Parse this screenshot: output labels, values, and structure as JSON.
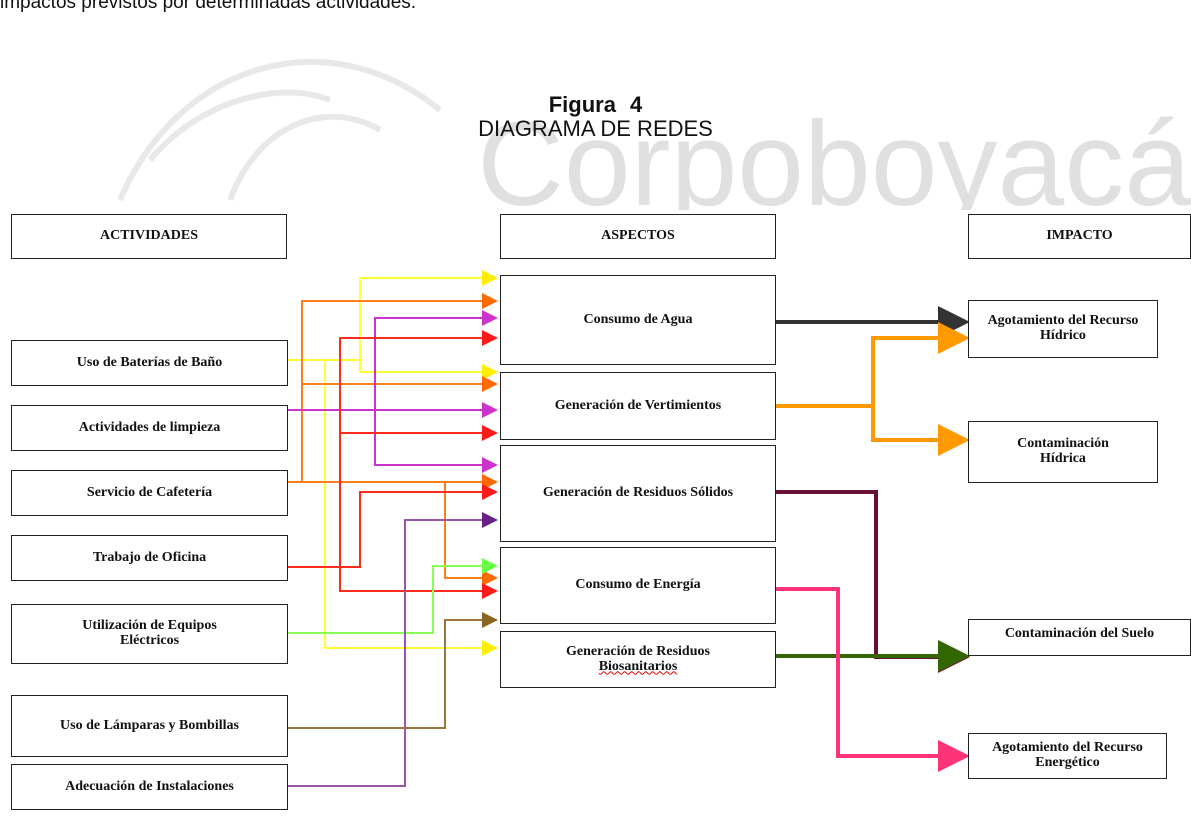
{
  "intro_text": "impactos previstos por determinadas actividades.",
  "watermark_text": "Corpoboyacá",
  "figure": {
    "number": "Figura   4",
    "title": "DIAGRAMA DE REDES"
  },
  "headers": {
    "activities": "ACTIVIDADES",
    "aspects": "ASPECTOS",
    "impact": "IMPACTO"
  },
  "activities": [
    "Uso de Baterías de Baño",
    "Actividades de limpieza",
    "Servicio de Cafetería",
    "Trabajo de Oficina",
    "Utilización de Equipos Eléctricos",
    "Uso de Lámparas y Bombillas",
    "Adecuación de Instalaciones"
  ],
  "aspects": [
    "Consumo de Agua",
    "Generación de Vertimientos",
    "Generación de Residuos Sólidos",
    "Consumo de Energía",
    {
      "line1": "Generación de Residuos",
      "line2": "Biosanitarios"
    }
  ],
  "impacts": [
    "Agotamiento del Recurso Hídrico",
    "Contaminación Hídrica",
    "Contaminación del Suelo",
    "Agotamiento del Recurso Energético"
  ],
  "connection_colors": {
    "uso_baterias": "#ffff33",
    "servicio_cafeteria": "#ff7f1a",
    "actividades_limpieza": "#cc33cc",
    "trabajo_oficina": "#ff2a1a",
    "equipos_electricos": "#88ff55",
    "lamparas": "#99773a",
    "adecuacion": "#9955aa",
    "agua_to_agotamiento": "#333333",
    "vertimientos_to_impacts": "#ff9900",
    "solidos_to_suelo": "#661133",
    "biosanitarios_to_suelo": "#336600",
    "energia_to_energetico": "#ff3377"
  }
}
